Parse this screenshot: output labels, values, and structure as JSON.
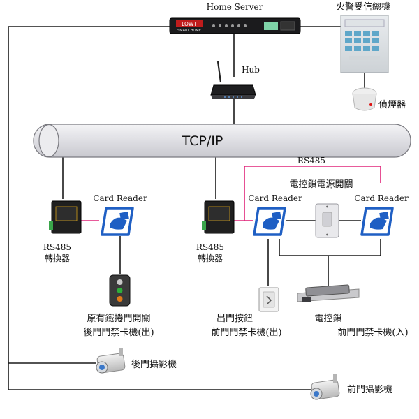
{
  "labels": {
    "home_server": "Home Server",
    "fire_panel": "火警受信總機",
    "hub": "Hub",
    "smoke_detector": "偵煙器",
    "bus": "TCP/IP",
    "rs485": "RS485",
    "lock_power_switch": "電控鎖電源開關",
    "card_reader": "Card Reader",
    "rs485_converter": "RS485",
    "converter_suffix": "轉換器",
    "shutter_switch": "原有鐵捲門開關",
    "back_door_reader": "後門門禁卡機(出)",
    "exit_button": "出門按鈕",
    "front_door_reader_out": "前門門禁卡機(出)",
    "electric_lock": "電控鎖",
    "front_door_reader_in": "前門門禁卡機(入)",
    "back_door_camera": "後門攝影機",
    "front_door_camera": "前門攝影機"
  },
  "device_text": {
    "server_brand": "LOWT",
    "server_sub": "SMART HOME"
  },
  "colors": {
    "wire": "#1a1a1a",
    "rs485_wire": "#e0257a",
    "card_reader_blue": "#1f5fc4",
    "bus_fill": "#e6e6ea"
  }
}
